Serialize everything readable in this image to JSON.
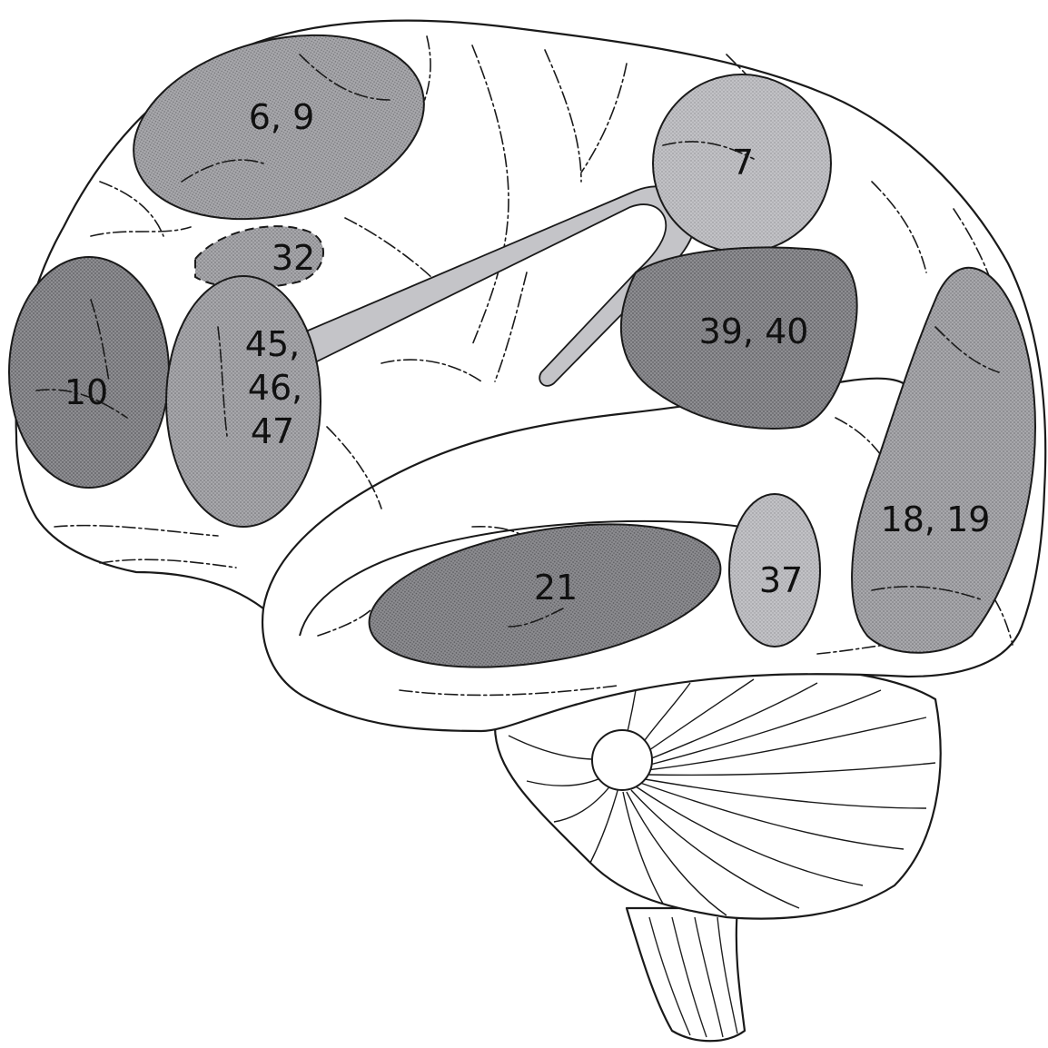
{
  "figure": {
    "colors": {
      "background": "#ffffff",
      "outline": "#1a1a1a",
      "region_fill_dark": "#8c8c90",
      "region_fill_mid": "#a6a6aa",
      "region_fill_light": "#bdbdc1",
      "tract_fill": "#c4c4c8"
    },
    "regions": [
      {
        "id": "area-6-9",
        "label": "6, 9"
      },
      {
        "id": "area-7",
        "label": "7"
      },
      {
        "id": "area-32",
        "label": "32"
      },
      {
        "id": "area-10",
        "label": "10"
      },
      {
        "id": "area-45",
        "label": "45,"
      },
      {
        "id": "area-46",
        "label": "46,"
      },
      {
        "id": "area-47",
        "label": "47"
      },
      {
        "id": "area-39-40",
        "label": "39, 40"
      },
      {
        "id": "area-18-19",
        "label": "18, 19"
      },
      {
        "id": "area-21",
        "label": "21"
      },
      {
        "id": "area-37",
        "label": "37"
      }
    ]
  }
}
